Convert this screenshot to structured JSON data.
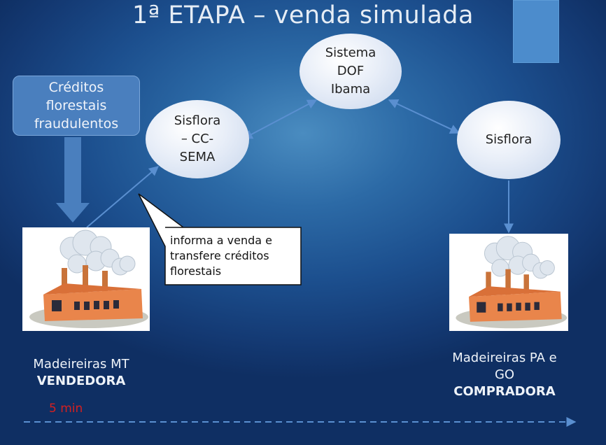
{
  "title": "1ª ETAPA – venda simulada",
  "nodes": {
    "dof": "Sistema DOF Ibama",
    "dof_lines": [
      "Sistema",
      "DOF",
      "Ibama"
    ],
    "sisflora_sema_lines": [
      "Sisflora",
      "– CC-",
      "SEMA"
    ],
    "sisflora": "Sisflora"
  },
  "creditos_lines": [
    "Créditos",
    "florestais",
    "fraudulentos"
  ],
  "callout_lines": [
    "informa a venda e",
    "transfere créditos",
    "florestais"
  ],
  "seller": {
    "name": "Madeireiras MT",
    "role": "VENDEDORA"
  },
  "buyer": {
    "name_line1": "Madeireiras PA e",
    "name_line2": "GO",
    "role": "COMPRADORA"
  },
  "timer": "5 min",
  "colors": {
    "arrow": "#5a8fd0",
    "timer": "#d42020",
    "credit_box": "#4a7fbe"
  }
}
